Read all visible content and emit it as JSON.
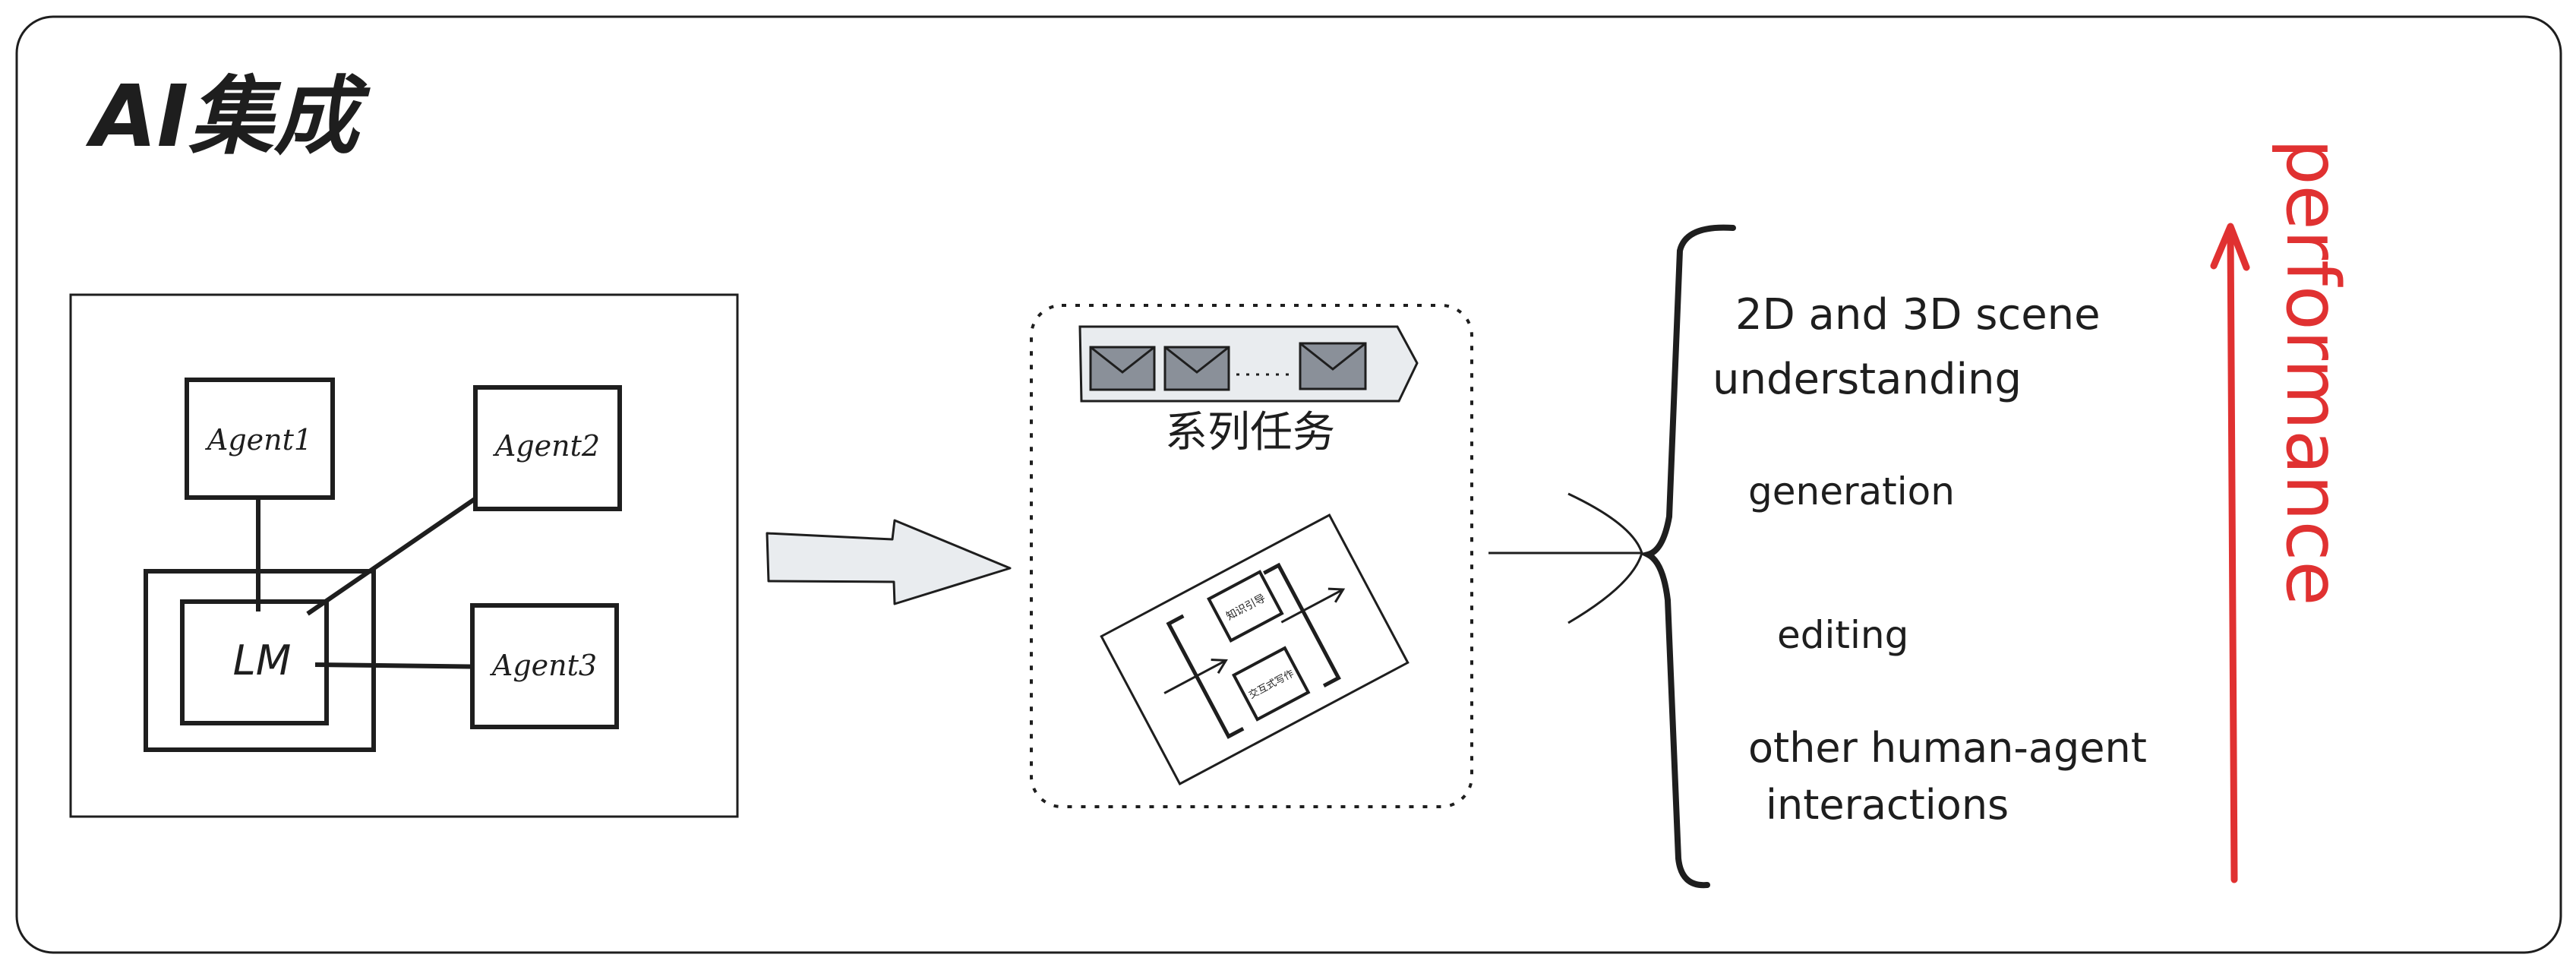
{
  "title": "AI集成",
  "agents": {
    "lm": "LM",
    "agent1": "Agent1",
    "agent2": "Agent2",
    "agent3": "Agent3"
  },
  "tasks": {
    "label": "系列任务",
    "card_top": "知识引导",
    "card_bottom": "交互式写作"
  },
  "outcomes": [
    "2D and 3D scene",
    "understanding",
    "generation",
    "editing",
    "other human-agent",
    "interactions"
  ],
  "performance_label": "performance",
  "colors": {
    "ink": "#1e1e1e",
    "accent_red": "#e03131",
    "envelope_fill": "#8a9099",
    "queue_fill": "#e9ecef",
    "arrow_fill": "#e9ecef"
  }
}
